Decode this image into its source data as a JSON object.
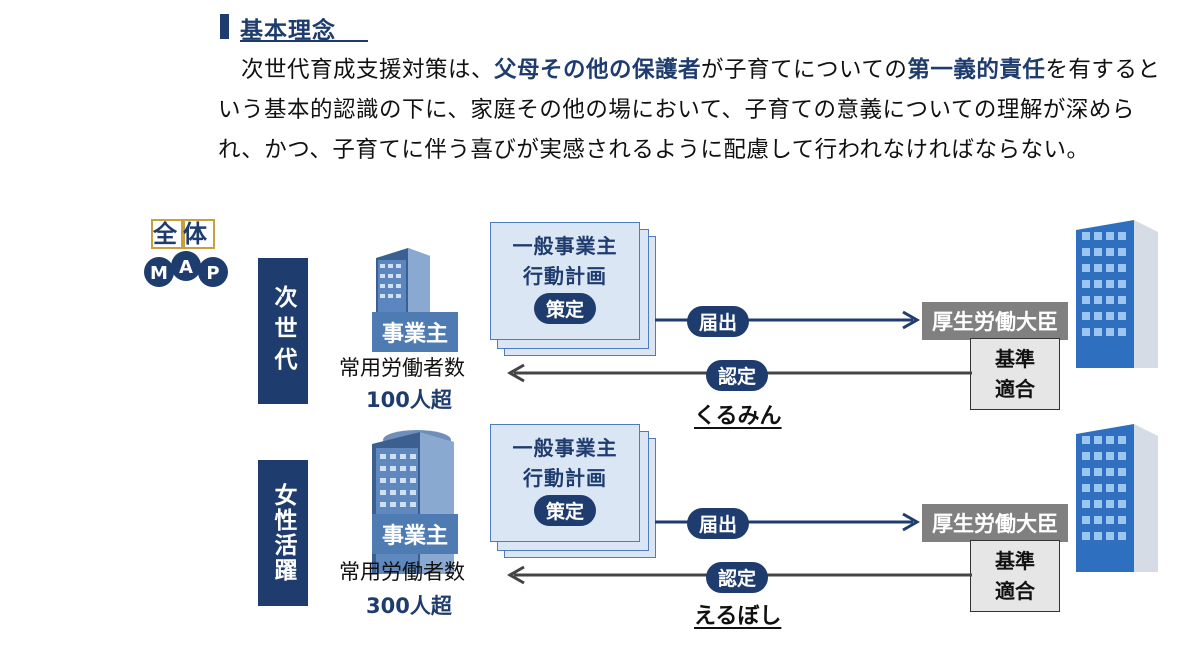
{
  "heading": {
    "title": "基本理念"
  },
  "paragraph": {
    "part1": "次世代育成支援対策は、",
    "emph1": "父母その他の保護者",
    "part2": "が子育てについての",
    "emph2": "第一義的責任",
    "part3": "を有するという基本的認識の下に、家庭その他の場において、子育ての意義についての理解が深められ、かつ、子育てに伴う喜びが実感されるように配慮して行われなければならない。"
  },
  "map_badge": {
    "line1": "全体",
    "l1": "M",
    "l2": "A",
    "l3": "P"
  },
  "rows": [
    {
      "label": "次世代",
      "company": "事業主",
      "count_label": "常用労働者数",
      "count_value": "100人超",
      "plan_line1": "一般事業主",
      "plan_line2": "行動計画",
      "plan_action": "策定",
      "submit": "届出",
      "minister": "厚生労働大臣",
      "standard_line1": "基準",
      "standard_line2": "適合",
      "certify": "認定",
      "cert_name": "くるみん"
    },
    {
      "label": "女性活躍",
      "company": "事業主",
      "count_label": "常用労働者数",
      "count_value": "300人超",
      "plan_line1": "一般事業主",
      "plan_line2": "行動計画",
      "plan_action": "策定",
      "submit": "届出",
      "minister": "厚生労働大臣",
      "standard_line1": "基準",
      "standard_line2": "適合",
      "certify": "認定",
      "cert_name": "えるぼし"
    }
  ],
  "colors": {
    "navy": "#1f3c6e",
    "accent_blue": "#4f7bb3",
    "gray": "#808080"
  }
}
